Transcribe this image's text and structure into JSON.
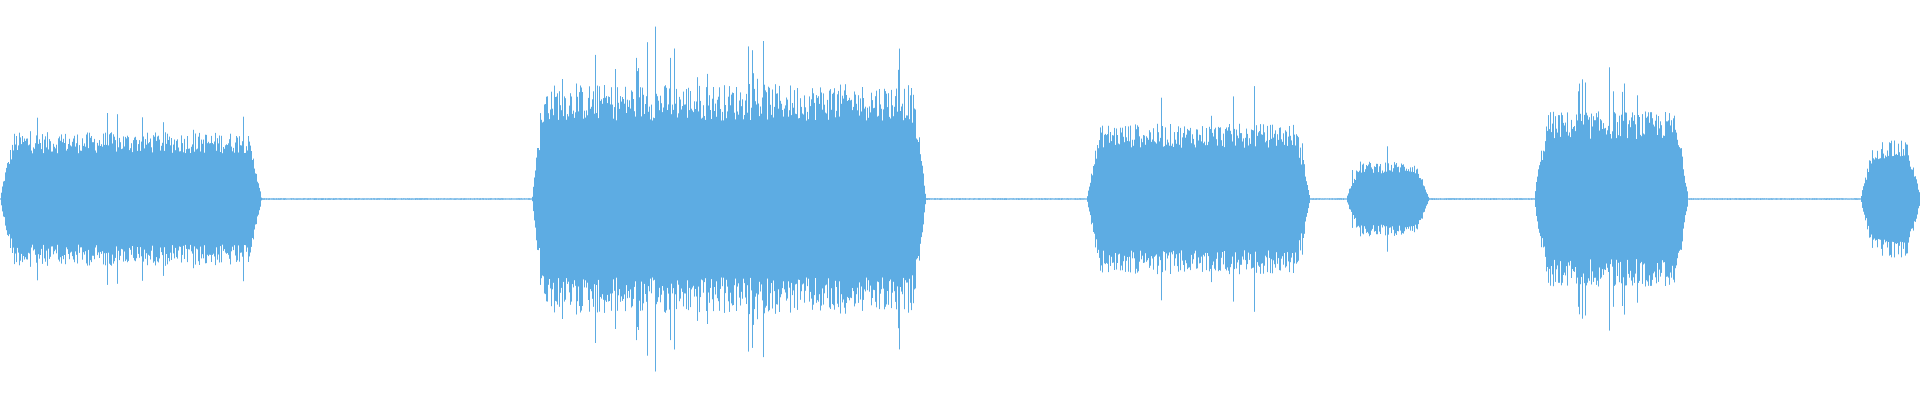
{
  "waveform": {
    "color": "#5DACE3",
    "background": "#FFFFFF",
    "baseline": "#5DACE3",
    "segments": [
      {
        "start": 0.0,
        "end": 0.136,
        "level": 0.32
      },
      {
        "start": 0.277,
        "end": 0.482,
        "level": 0.55
      },
      {
        "start": 0.566,
        "end": 0.682,
        "level": 0.36
      },
      {
        "start": 0.701,
        "end": 0.744,
        "level": 0.18
      },
      {
        "start": 0.799,
        "end": 0.879,
        "level": 0.42
      },
      {
        "start": 0.969,
        "end": 1.0,
        "level": 0.28
      }
    ]
  }
}
